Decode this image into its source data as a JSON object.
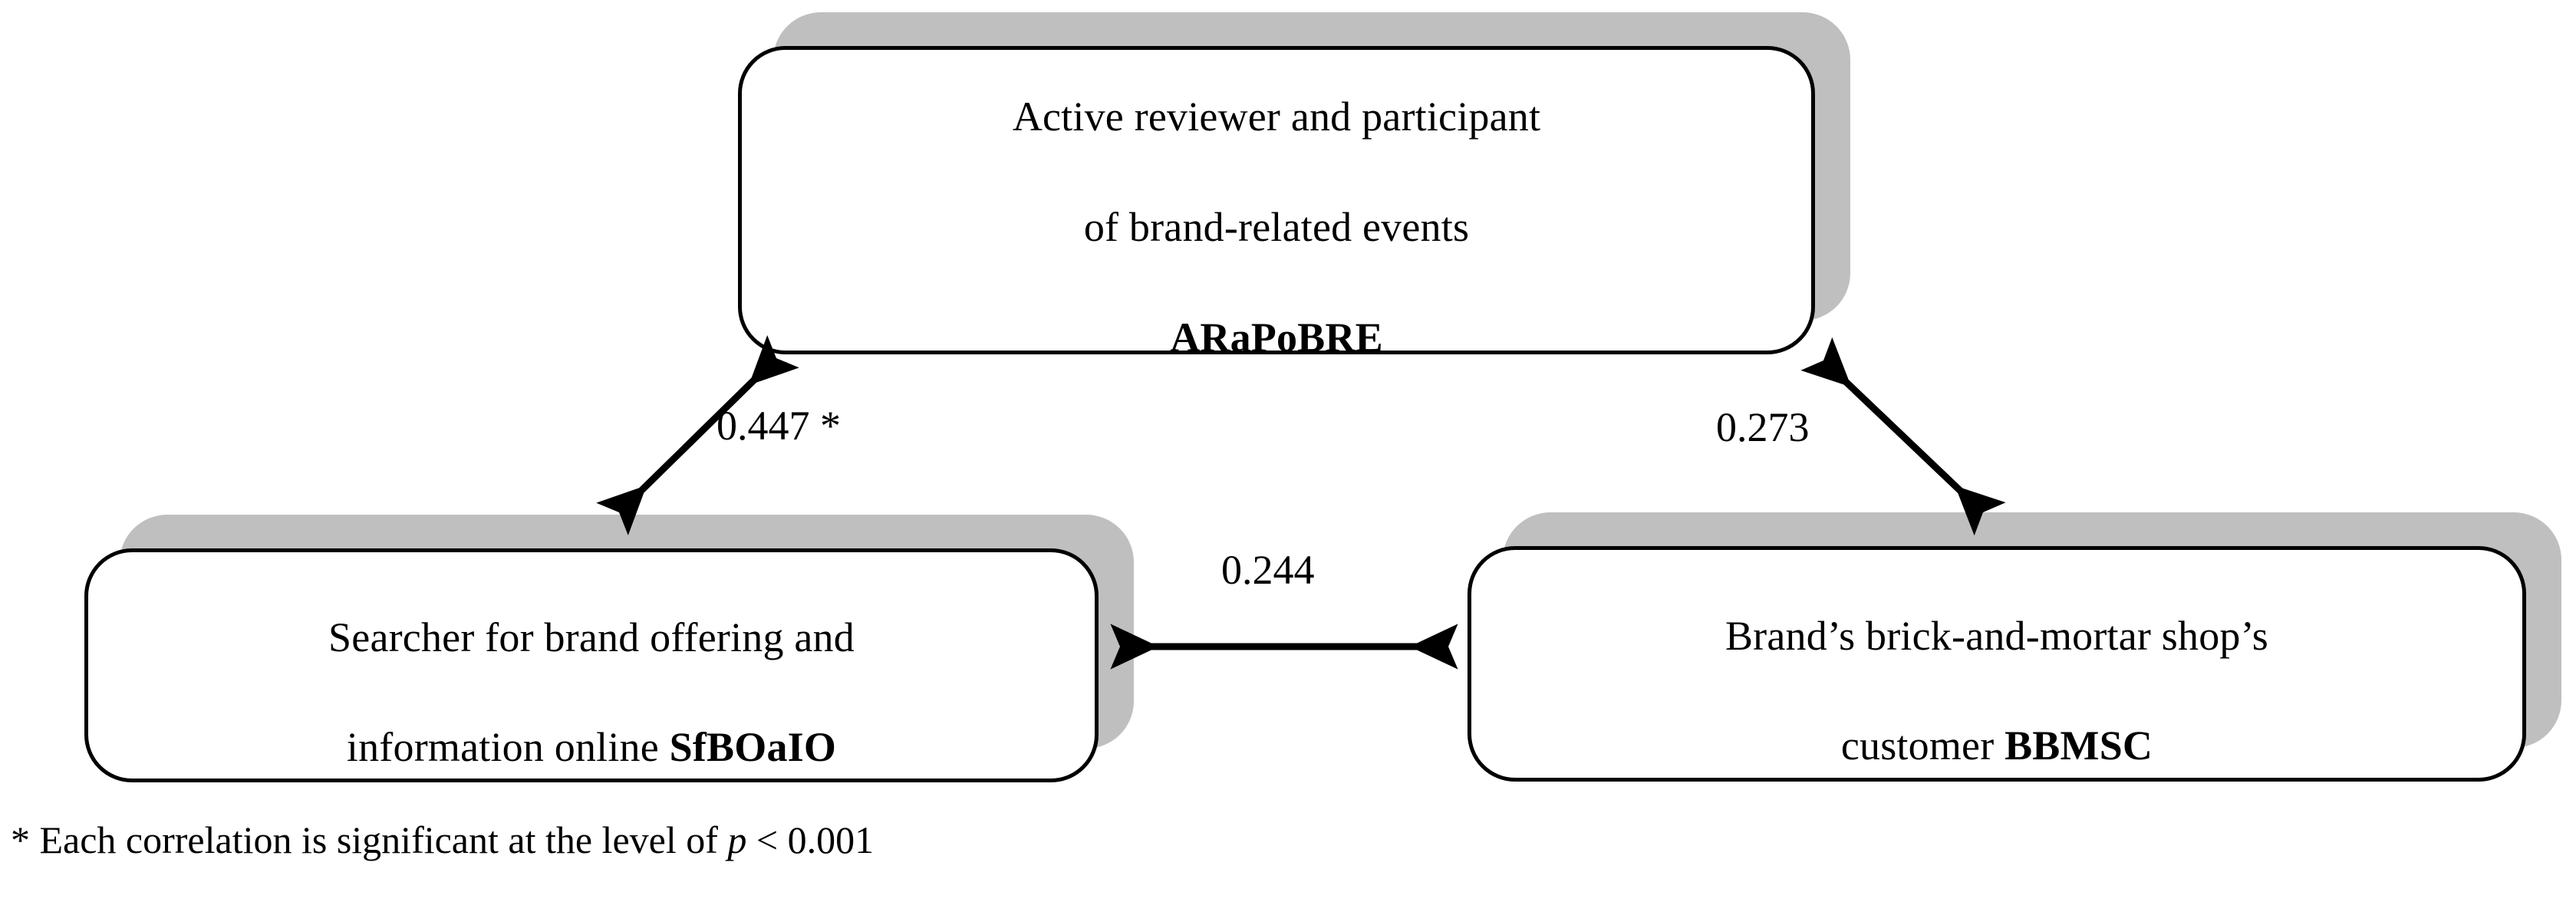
{
  "diagram": {
    "type": "correlation-path-diagram",
    "nodes": [
      {
        "id": "ARaPoBRE",
        "text_line1": "Active reviewer and participant",
        "text_line2": "of brand-related events",
        "code": "ARaPoBRE"
      },
      {
        "id": "SfBOaIO",
        "text_line1": "Searcher for brand offering and",
        "text_line2": "information online ",
        "code": "SfBOaIO"
      },
      {
        "id": "BBMSC",
        "text_line1": "Brand’s brick-and-mortar shop’s",
        "text_line2": "customer ",
        "code": "BBMSC"
      }
    ],
    "edges": [
      {
        "id": "sfboaio-arapobre",
        "from": "SfBOaIO",
        "to": "ARaPoBRE",
        "value": "0.447 *",
        "arrow": "double"
      },
      {
        "id": "arapobre-bbmsc",
        "from": "ARaPoBRE",
        "to": "BBMSC",
        "value": "0.273",
        "arrow": "double"
      },
      {
        "id": "sfboaio-bbmsc",
        "from": "SfBOaIO",
        "to": "BBMSC",
        "value": "0.244",
        "arrow": "double"
      }
    ],
    "footnote": {
      "asterisk": "*",
      "text_before": " Each correlation is significant at the level of ",
      "italic_symbol": "p",
      "text_after": " < 0.001"
    },
    "colors": {
      "stroke": "#000000",
      "fill": "#ffffff",
      "shadow": "#bfbfbf",
      "background": "#ffffff",
      "text": "#000000"
    }
  }
}
